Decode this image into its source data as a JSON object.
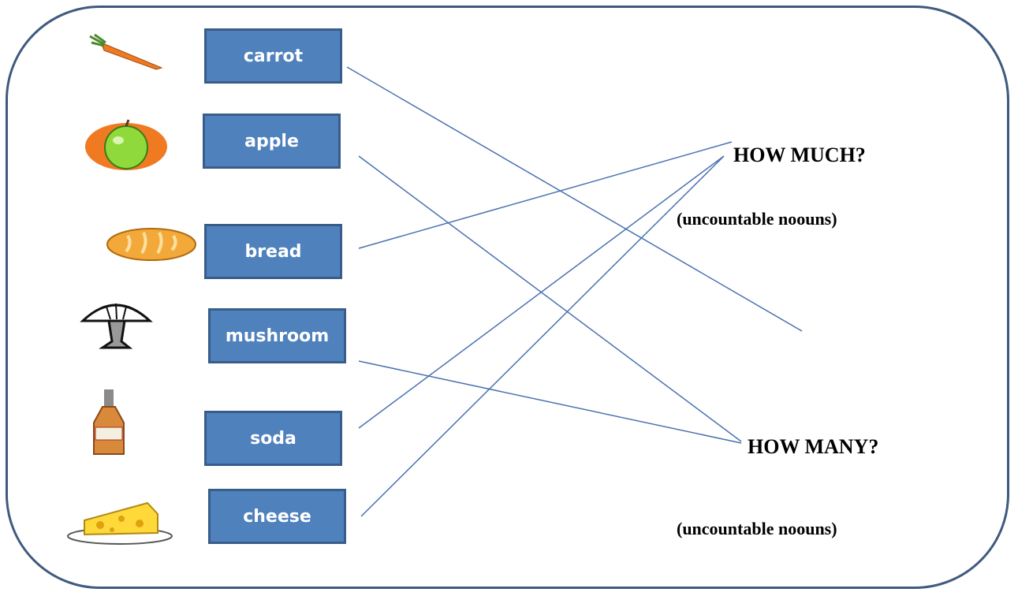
{
  "words": [
    {
      "label": "carrot",
      "icon": "carrot-icon"
    },
    {
      "label": "apple",
      "icon": "apple-icon"
    },
    {
      "label": "bread",
      "icon": "bread-icon"
    },
    {
      "label": "mushroom",
      "icon": "mushroom-icon"
    },
    {
      "label": "soda",
      "icon": "soda-bottle-icon"
    },
    {
      "label": "cheese",
      "icon": "cheese-icon"
    }
  ],
  "targets": {
    "how_much": "HOW MUCH?",
    "how_much_sub": "(uncountable noouns)",
    "how_many": "HOW MANY?",
    "how_many_sub": "(uncountable noouns)"
  },
  "connections": [
    {
      "from": "carrot",
      "to": "blank"
    },
    {
      "from": "apple",
      "to": "HOW MANY?"
    },
    {
      "from": "bread",
      "to": "HOW MUCH?"
    },
    {
      "from": "mushroom",
      "to": "HOW MANY?"
    },
    {
      "from": "soda",
      "to": "HOW MUCH?"
    },
    {
      "from": "cheese",
      "to": "HOW MUCH?"
    }
  ],
  "colors": {
    "box": "#4f81bd",
    "box_border": "#385d8a",
    "line": "#4a72b0",
    "frame": "#3f5a7e"
  }
}
